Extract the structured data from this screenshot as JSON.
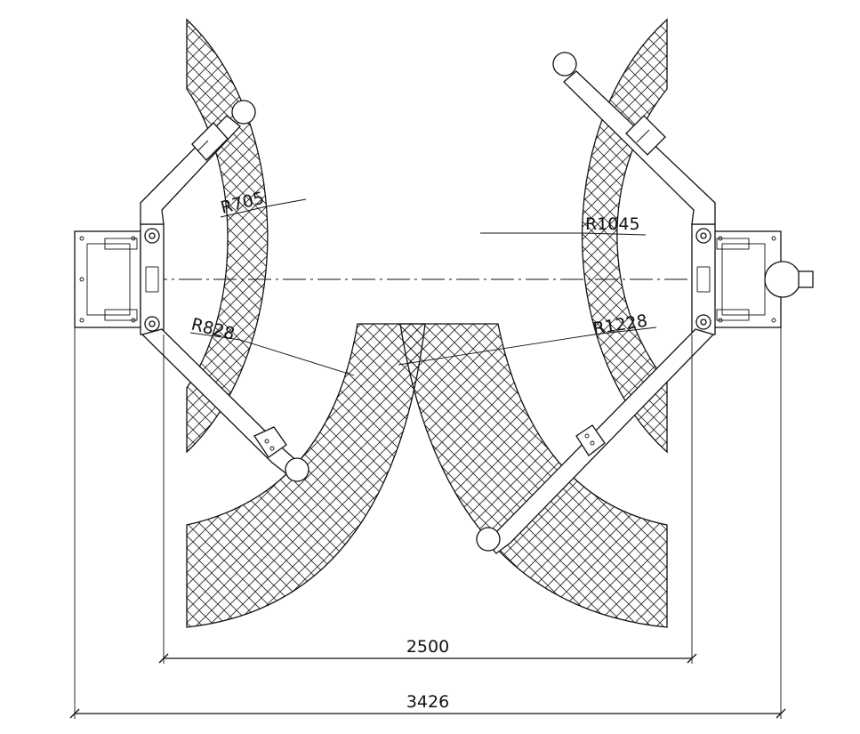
{
  "labels": {
    "r_left_inner": "R705",
    "r_left_outer": "R828",
    "r_right_inner": "R1045",
    "r_right_outer": "R1228",
    "dim_inner_width": "2500",
    "dim_overall_width": "3426"
  }
}
